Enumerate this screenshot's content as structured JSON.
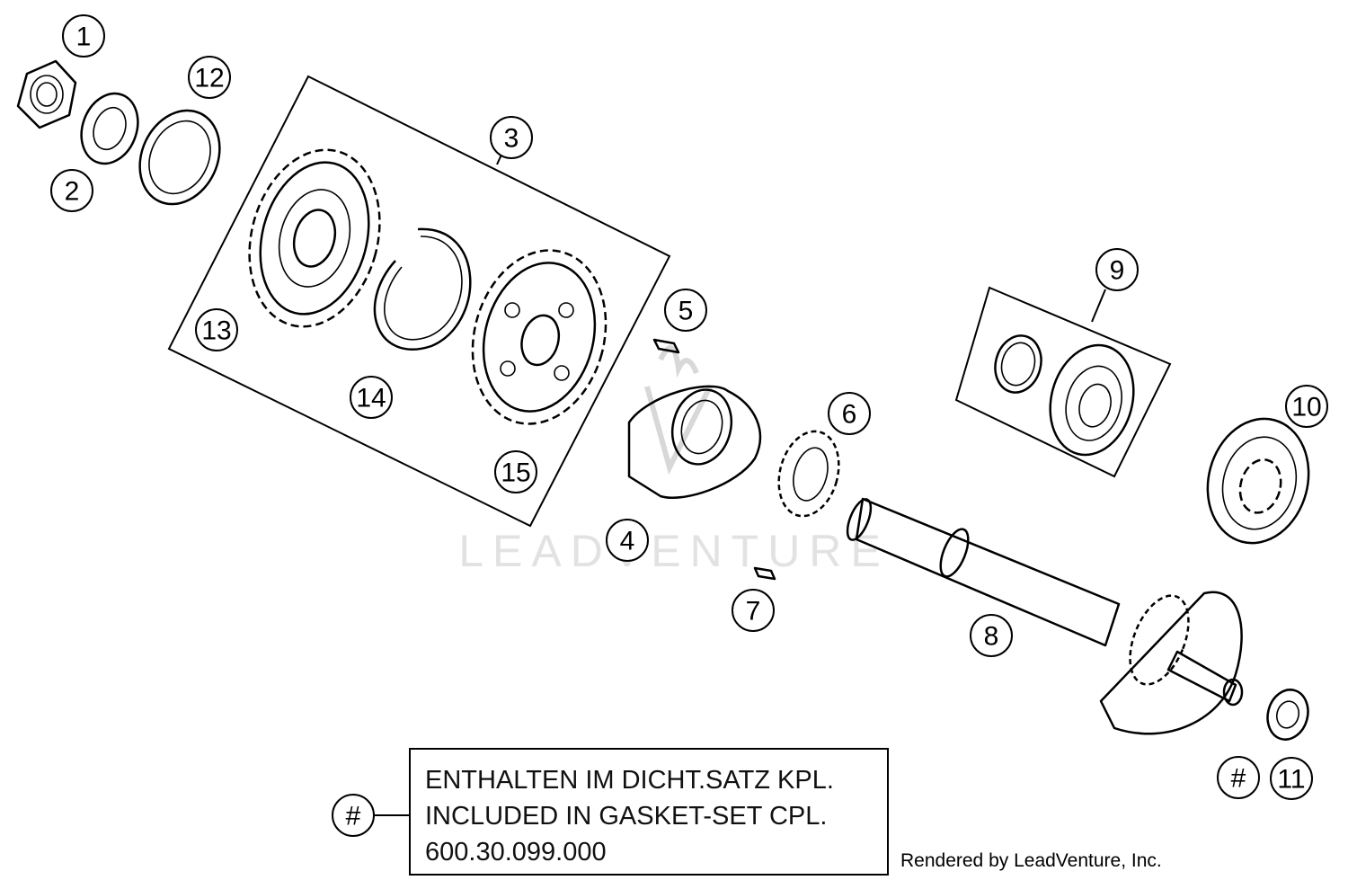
{
  "callouts": [
    {
      "id": "c1",
      "label": "1"
    },
    {
      "id": "c2",
      "label": "2"
    },
    {
      "id": "c3",
      "label": "3"
    },
    {
      "id": "c4",
      "label": "4"
    },
    {
      "id": "c5",
      "label": "5"
    },
    {
      "id": "c6",
      "label": "6"
    },
    {
      "id": "c7",
      "label": "7"
    },
    {
      "id": "c8",
      "label": "8"
    },
    {
      "id": "c9",
      "label": "9"
    },
    {
      "id": "c10",
      "label": "10"
    },
    {
      "id": "c11",
      "label": "11"
    },
    {
      "id": "c12",
      "label": "12"
    },
    {
      "id": "c13",
      "label": "13"
    },
    {
      "id": "c14",
      "label": "14"
    },
    {
      "id": "c15",
      "label": "15"
    },
    {
      "id": "hash1",
      "label": "#"
    },
    {
      "id": "hash2",
      "label": "#"
    }
  ],
  "note": {
    "line1": "ENTHALTEN IM DICHT.SATZ KPL.",
    "line2": "INCLUDED IN GASKET-SET CPL.",
    "line3": "600.30.099.000"
  },
  "watermark": "LEADVENTURE",
  "credit": "Rendered by LeadVenture, Inc."
}
